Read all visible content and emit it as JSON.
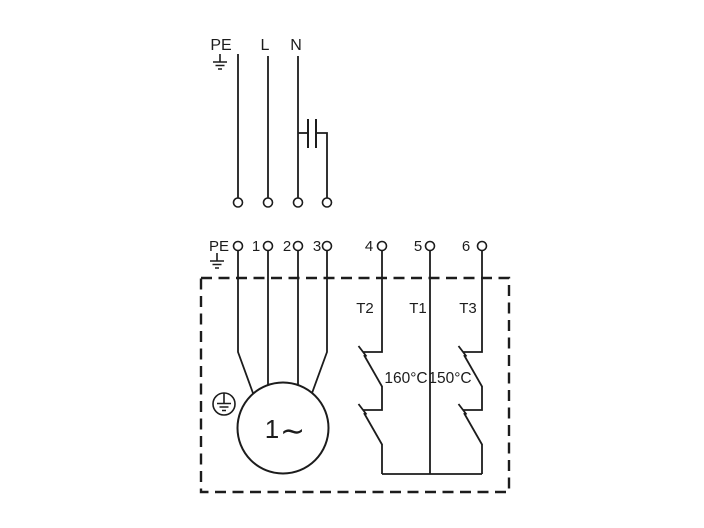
{
  "colors": {
    "background": "#ffffff",
    "ink": "#1c1c1c"
  },
  "power_supply": {
    "pe_label": "PE",
    "live_label": "L",
    "neutral_label": "N"
  },
  "terminal_strip": {
    "pe_label": "PE",
    "numbers": [
      "1",
      "2",
      "3",
      "4",
      "5",
      "6"
    ]
  },
  "pump_box": {
    "sensor_labels": {
      "t2": "T2",
      "t1": "T1",
      "t3": "T3"
    },
    "trip_temps": {
      "left": "160°C",
      "right": "150°C"
    },
    "motor_label": {
      "number": "1",
      "phase": "∼"
    }
  }
}
